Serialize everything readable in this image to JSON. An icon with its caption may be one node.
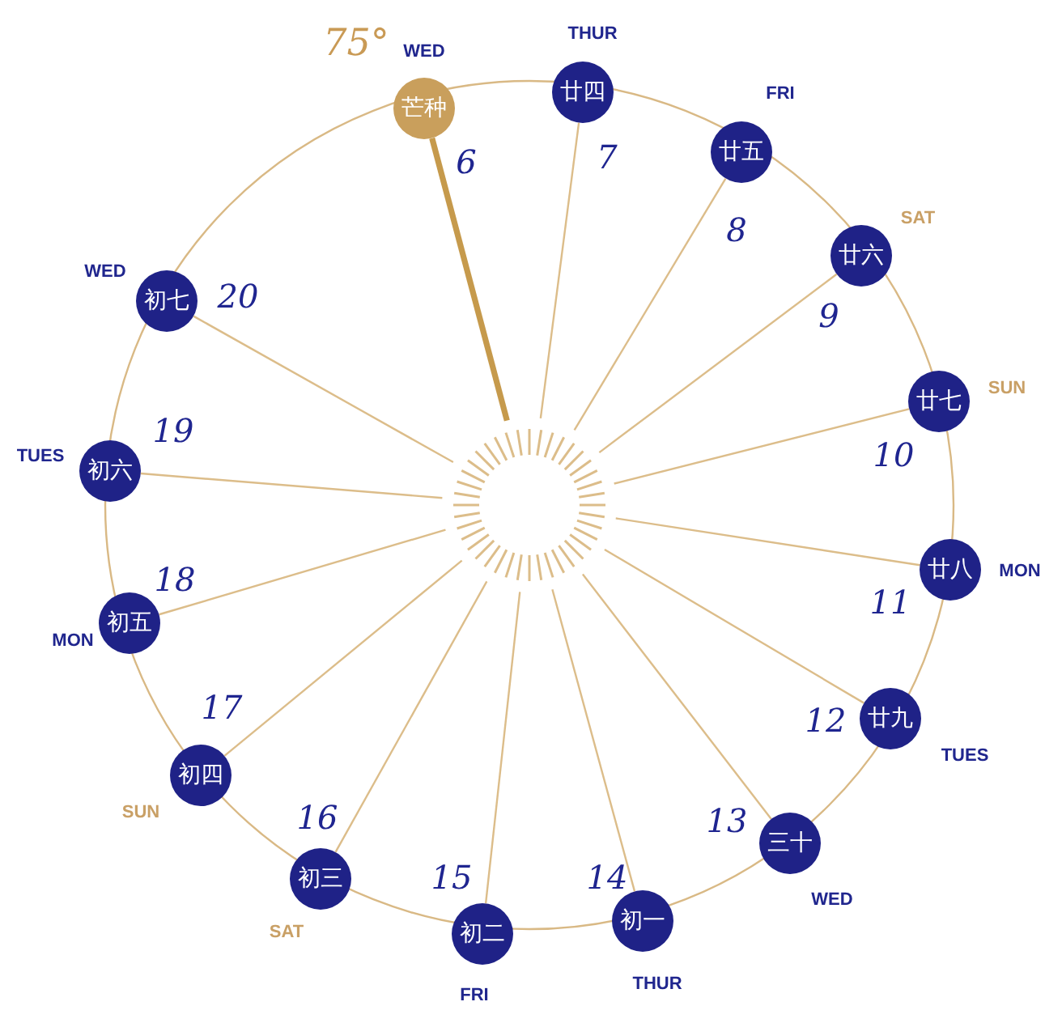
{
  "diagram": {
    "nodes": [
      {
        "text": [
          "芒种"
        ],
        "beside": [
          "75°",
          "WED",
          "6"
        ]
      },
      {
        "text": [
          "廿四"
        ],
        "beside": [
          "THUR",
          "7"
        ]
      },
      {
        "text": [
          "廿五"
        ],
        "beside": [
          "FRI",
          "8"
        ]
      },
      {
        "text": [
          "廿六"
        ],
        "beside": [
          "SAT",
          "9"
        ]
      },
      {
        "text": [
          "廿七"
        ],
        "beside": [
          "SUN",
          "10"
        ]
      },
      {
        "text": [
          "廿八"
        ],
        "beside": [
          "MON",
          "11"
        ]
      },
      {
        "text": [
          "廿九"
        ],
        "beside": [
          "TUES",
          "12"
        ]
      },
      {
        "text": [
          "三十"
        ],
        "beside": [
          "WED",
          "13"
        ]
      },
      {
        "text": [
          "初一"
        ],
        "beside": [
          "THUR",
          "14"
        ]
      },
      {
        "text": [
          "初二"
        ],
        "beside": [
          "FRI",
          "15"
        ]
      },
      {
        "text": [
          "初三"
        ],
        "beside": [
          "SAT",
          "16"
        ]
      },
      {
        "text": [
          "初四"
        ],
        "beside": [
          "SUN",
          "17"
        ]
      },
      {
        "text": [
          "初五"
        ],
        "beside": [
          "MON",
          "18"
        ]
      },
      {
        "text": [
          "初六"
        ],
        "beside": [
          "TUES",
          "19"
        ]
      },
      {
        "text": [
          "初七"
        ],
        "beside": [
          "WED",
          "20"
        ]
      },
      {
        "text": [],
        "shape": "circle"
      }
    ],
    "edges": [
      {
        "from": 15,
        "to": 0,
        "arrow": "none",
        "style": "thick",
        "color": "#c69a4c"
      },
      {
        "from": 15,
        "to": 1,
        "arrow": "none"
      },
      {
        "from": 15,
        "to": 2,
        "arrow": "none"
      },
      {
        "from": 15,
        "to": 3,
        "arrow": "none"
      },
      {
        "from": 15,
        "to": 4,
        "arrow": "none"
      },
      {
        "from": 15,
        "to": 5,
        "arrow": "none"
      },
      {
        "from": 15,
        "to": 6,
        "arrow": "none"
      },
      {
        "from": 15,
        "to": 7,
        "arrow": "none"
      },
      {
        "from": 15,
        "to": 8,
        "arrow": "none"
      },
      {
        "from": 15,
        "to": 9,
        "arrow": "none"
      },
      {
        "from": 15,
        "to": 10,
        "arrow": "none"
      },
      {
        "from": 15,
        "to": 11,
        "arrow": "none"
      },
      {
        "from": 15,
        "to": 12,
        "arrow": "none"
      },
      {
        "from": 15,
        "to": 13,
        "arrow": "none"
      },
      {
        "from": 15,
        "to": 14,
        "arrow": "none"
      }
    ]
  }
}
